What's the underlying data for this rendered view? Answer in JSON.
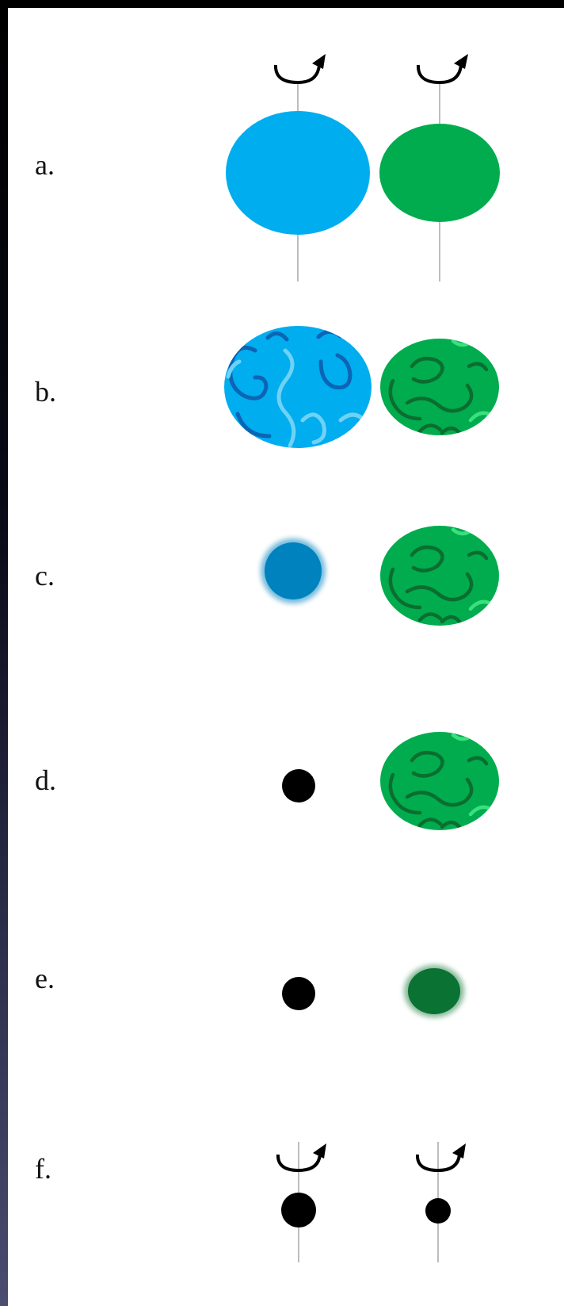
{
  "colors": {
    "blue": "#00adef",
    "blue_dark": "#0c64b4",
    "blue_light": "#6fd2f5",
    "blue_small": "#0082be",
    "green": "#00ac4e",
    "green_dark": "#0b6d2f",
    "green_light": "#3be07e",
    "green_small": "#0a7232",
    "black": "#000000",
    "axis": "#bdbdbd"
  },
  "rows": [
    {
      "label": "a.",
      "left": {
        "type": "solid",
        "color": "blue"
      },
      "right": {
        "type": "solid",
        "color": "green"
      },
      "spin_axes": true
    },
    {
      "label": "b.",
      "left": {
        "type": "textured",
        "color": "blue"
      },
      "right": {
        "type": "textured",
        "color": "green"
      },
      "spin_axes": false
    },
    {
      "label": "c.",
      "left": {
        "type": "blurred",
        "color": "blue_small"
      },
      "right": {
        "type": "textured",
        "color": "green"
      },
      "spin_axes": false
    },
    {
      "label": "d.",
      "left": {
        "type": "point",
        "color": "black"
      },
      "right": {
        "type": "textured",
        "color": "green"
      },
      "spin_axes": false
    },
    {
      "label": "e.",
      "left": {
        "type": "point",
        "color": "black"
      },
      "right": {
        "type": "blurred",
        "color": "green_small"
      },
      "spin_axes": false
    },
    {
      "label": "f.",
      "left": {
        "type": "point",
        "color": "black"
      },
      "right": {
        "type": "point",
        "color": "black"
      },
      "spin_axes": true
    }
  ]
}
